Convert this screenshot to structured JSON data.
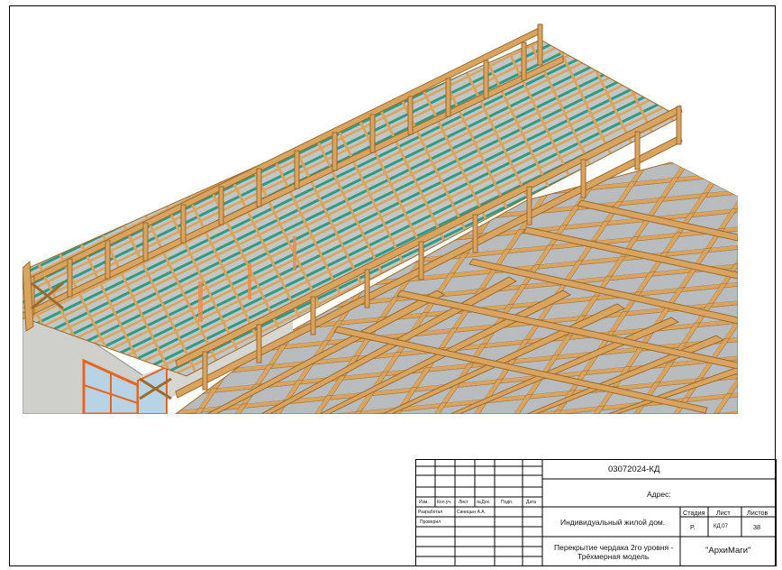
{
  "stamp": {
    "doc_code": "03072024-КД",
    "address_label": "Адрес:",
    "col_izm": "Изм.",
    "col_kol": "Кол.уч.",
    "col_list": "Лист",
    "col_ndok": "№Док.",
    "col_podp": "Подп.",
    "col_data": "Дата",
    "role_developed": "Разработал",
    "developer_name": "Синицын А.А.",
    "role_checked": "Проверил",
    "object_name": "Индивидуальный жилой дом.",
    "hdr_stage": "Стадия",
    "hdr_sheet": "Лист",
    "hdr_sheets": "Листов",
    "stage": "Р.",
    "sheet": "КД.07",
    "sheets": "38",
    "drawing_title_line1": "Перекрытие чердака 2го уровня -",
    "drawing_title_line2": "Трёхмерная модель",
    "company": "\"АрхиМаги\""
  },
  "colors": {
    "timber": "#d9a45f",
    "timber_dark": "#9c6a2c",
    "green_joist": "#2f9a86",
    "wall": "#cfcfcb",
    "interior_gray": "#aeb1b4",
    "window_frame": "#e8651e",
    "glass": "#b9d3e6"
  }
}
